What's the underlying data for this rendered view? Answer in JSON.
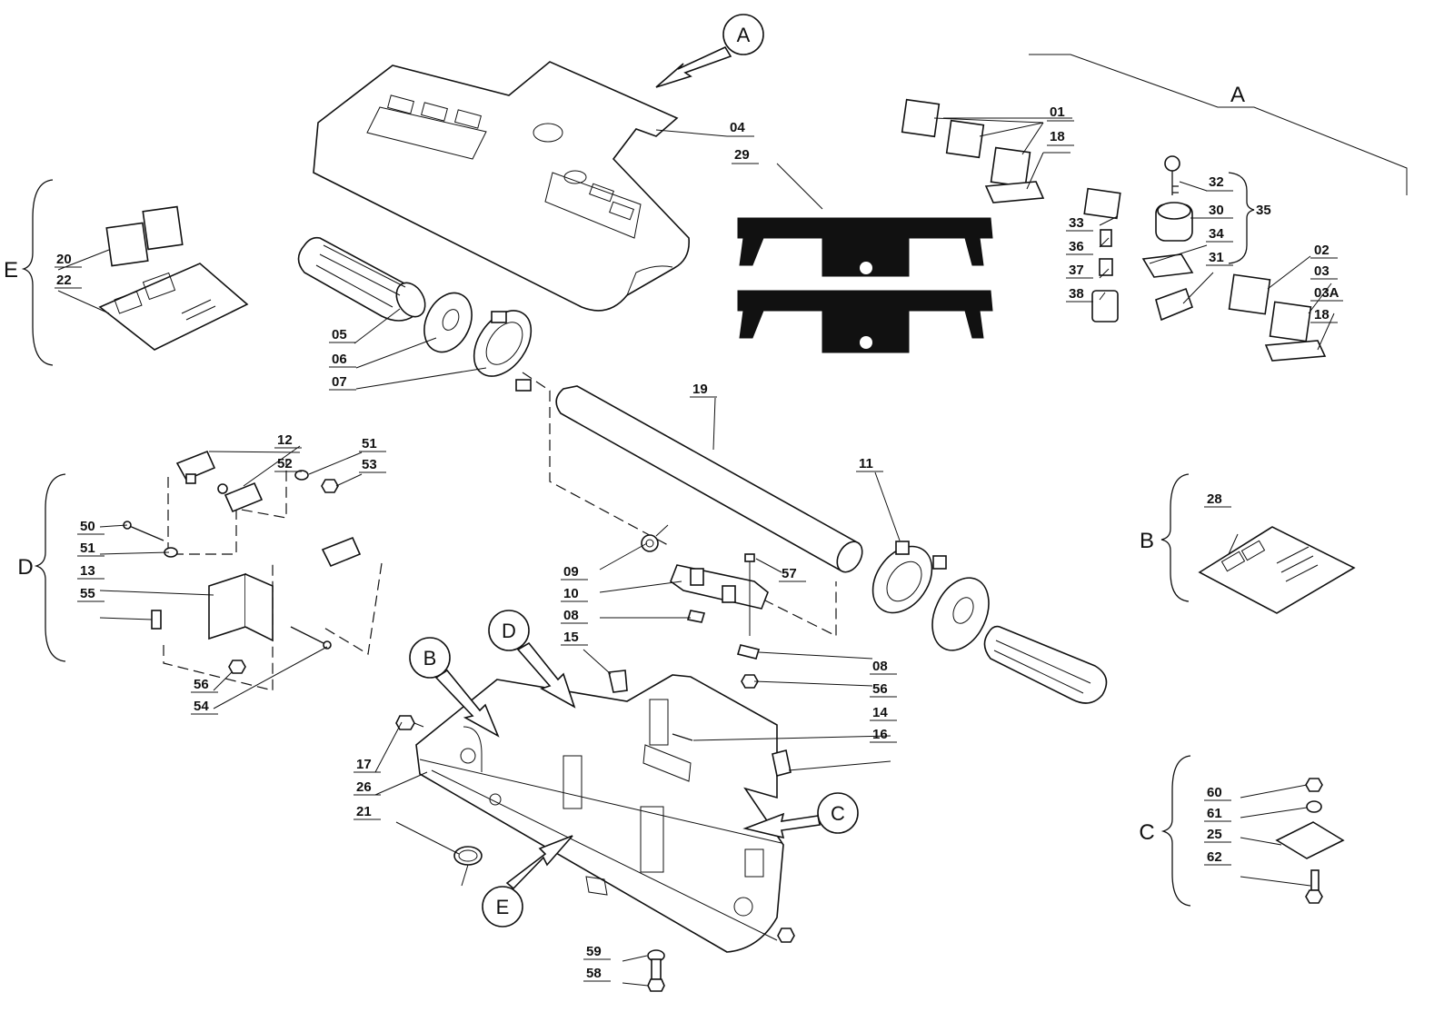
{
  "callouts": {
    "A": "A",
    "B": "B",
    "C": "C",
    "D": "D",
    "E": "E"
  },
  "group_brackets": {
    "A": "A",
    "B": "B",
    "C": "C",
    "D": "D",
    "E": "E"
  },
  "part_numbers": {
    "p01": "01",
    "p02": "02",
    "p03": "03",
    "p03A": "03A",
    "p04": "04",
    "p05": "05",
    "p06": "06",
    "p07": "07",
    "p08a": "08",
    "p08b": "08",
    "p09": "09",
    "p10": "10",
    "p11": "11",
    "p12": "12",
    "p13": "13",
    "p14": "14",
    "p15": "15",
    "p16": "16",
    "p17": "17",
    "p18a": "18",
    "p18b": "18",
    "p19": "19",
    "p20": "20",
    "p21": "21",
    "p22": "22",
    "p25": "25",
    "p26": "26",
    "p28": "28",
    "p29": "29",
    "p30": "30",
    "p31": "31",
    "p32": "32",
    "p33": "33",
    "p34": "34",
    "p35": "35",
    "p36": "36",
    "p37": "37",
    "p38": "38",
    "p50": "50",
    "p51a": "51",
    "p51b": "51",
    "p52": "52",
    "p53": "53",
    "p54": "54",
    "p55": "55",
    "p56a": "56",
    "p56b": "56",
    "p57": "57",
    "p58": "58",
    "p59": "59",
    "p60": "60",
    "p61": "61",
    "p62": "62"
  }
}
